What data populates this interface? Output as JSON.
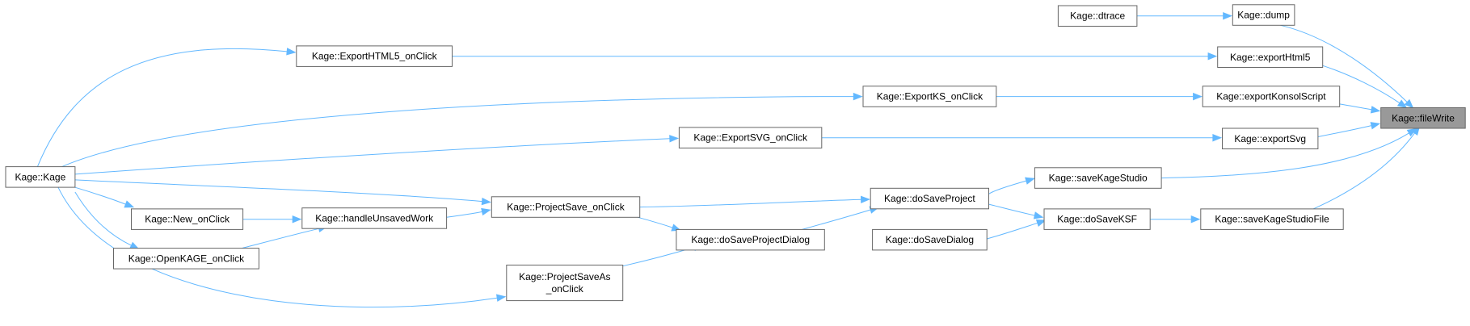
{
  "colors": {
    "edge": "#63b8ff",
    "node_border": "#666666",
    "root_fill": "#999999",
    "node_fill": "#ffffff"
  },
  "nodes": {
    "filewrite": "Kage::fileWrite",
    "dump": "Kage::dump",
    "dtrace": "Kage::dtrace",
    "exporthtml5": "Kage::exportHtml5",
    "exporthtml5_onclick": "Kage::ExportHTML5_onClick",
    "kage": "Kage::Kage",
    "exportkonsolscript": "Kage::exportKonsolScript",
    "exportks_onclick": "Kage::ExportKS_onClick",
    "exportsvg": "Kage::exportSvg",
    "exportsvg_onclick": "Kage::ExportSVG_onClick",
    "savekagestudio": "Kage::saveKageStudio",
    "dosaveproject": "Kage::doSaveProject",
    "projectsave_onclick": "Kage::ProjectSave_onClick",
    "handleunsavedwork": "Kage::handleUnsavedWork",
    "new_onclick": "Kage::New_onClick",
    "openkage_onclick": "Kage::OpenKAGE_onClick",
    "dosaveprojectdialog": "Kage::doSaveProjectDialog",
    "projectsaveas_onclick": [
      "Kage::ProjectSaveAs",
      "_onClick"
    ],
    "savekagestudiofile": "Kage::saveKageStudioFile",
    "dosaveksf": "Kage::doSaveKSF",
    "dosavedialog": "Kage::doSaveDialog"
  },
  "edges": [
    [
      "dtrace",
      "dump"
    ],
    [
      "dump",
      "filewrite"
    ],
    [
      "exporthtml5",
      "filewrite"
    ],
    [
      "exportkonsolscript",
      "filewrite"
    ],
    [
      "exportsvg",
      "filewrite"
    ],
    [
      "savekagestudio",
      "filewrite"
    ],
    [
      "savekagestudiofile",
      "filewrite"
    ],
    [
      "exporthtml5_onclick",
      "exporthtml5"
    ],
    [
      "kage",
      "exporthtml5_onclick"
    ],
    [
      "exportks_onclick",
      "exportkonsolscript"
    ],
    [
      "kage",
      "exportks_onclick"
    ],
    [
      "exportsvg_onclick",
      "exportsvg"
    ],
    [
      "kage",
      "exportsvg_onclick"
    ],
    [
      "dosaveproject",
      "savekagestudio"
    ],
    [
      "projectsave_onclick",
      "dosaveproject"
    ],
    [
      "dosaveprojectdialog",
      "dosaveproject"
    ],
    [
      "kage",
      "projectsave_onclick"
    ],
    [
      "handleunsavedwork",
      "projectsave_onclick"
    ],
    [
      "handleunsavedwork",
      "dosaveprojectdialog"
    ],
    [
      "projectsaveas_onclick",
      "dosaveprojectdialog"
    ],
    [
      "new_onclick",
      "handleunsavedwork"
    ],
    [
      "openkage_onclick",
      "handleunsavedwork"
    ],
    [
      "kage",
      "new_onclick"
    ],
    [
      "kage",
      "openkage_onclick"
    ],
    [
      "kage",
      "projectsaveas_onclick"
    ],
    [
      "dosaveksf",
      "savekagestudiofile"
    ],
    [
      "dosaveproject",
      "dosaveksf"
    ],
    [
      "dosavedialog",
      "dosaveksf"
    ]
  ]
}
